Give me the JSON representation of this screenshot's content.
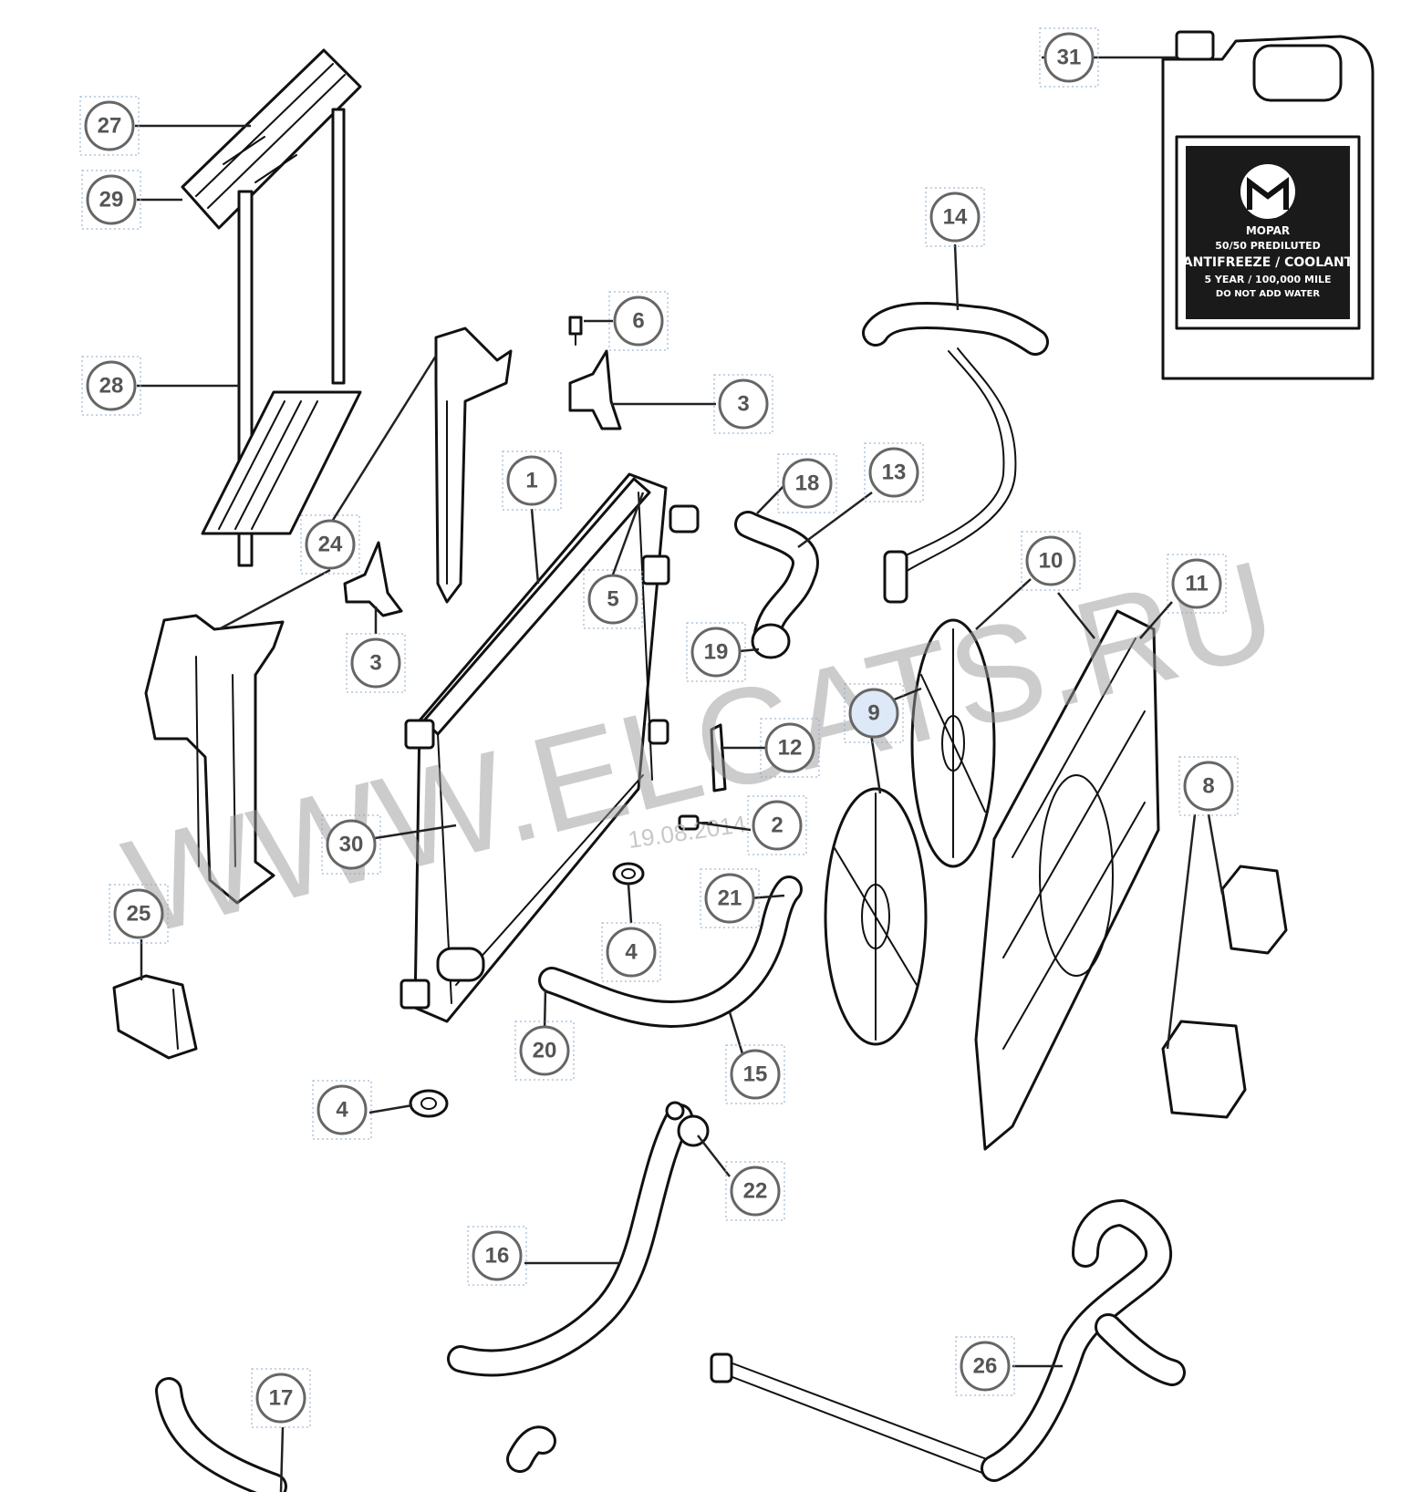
{
  "watermark": "WWW.ELCATS.RU",
  "date_stamp": "19.08.2014",
  "jug_label": {
    "brand": "MOPAR",
    "line1": "50/50 PREDILUTED",
    "line2": "ANTIFREEZE / COOLANT",
    "line3": "5 YEAR / 100,000 MILE",
    "line4": "DO NOT ADD WATER"
  },
  "colors": {
    "callout_border": "#666666",
    "callout_text": "#555555",
    "highlight_fill": "#dde9f6",
    "line_art": "#111111"
  },
  "callouts": [
    {
      "id": "27",
      "label": "27"
    },
    {
      "id": "29",
      "label": "29"
    },
    {
      "id": "28",
      "label": "28"
    },
    {
      "id": "6",
      "label": "6"
    },
    {
      "id": "3a",
      "label": "3"
    },
    {
      "id": "1",
      "label": "1"
    },
    {
      "id": "24",
      "label": "24"
    },
    {
      "id": "3b",
      "label": "3"
    },
    {
      "id": "5",
      "label": "5"
    },
    {
      "id": "18",
      "label": "18"
    },
    {
      "id": "13",
      "label": "13"
    },
    {
      "id": "14",
      "label": "14"
    },
    {
      "id": "31",
      "label": "31"
    },
    {
      "id": "19",
      "label": "19"
    },
    {
      "id": "10",
      "label": "10"
    },
    {
      "id": "11",
      "label": "11"
    },
    {
      "id": "9",
      "label": "9",
      "highlighted": true
    },
    {
      "id": "12",
      "label": "12"
    },
    {
      "id": "30",
      "label": "30"
    },
    {
      "id": "2",
      "label": "2"
    },
    {
      "id": "8",
      "label": "8"
    },
    {
      "id": "25",
      "label": "25"
    },
    {
      "id": "21",
      "label": "21"
    },
    {
      "id": "4a",
      "label": "4"
    },
    {
      "id": "20",
      "label": "20"
    },
    {
      "id": "15",
      "label": "15"
    },
    {
      "id": "4b",
      "label": "4"
    },
    {
      "id": "22",
      "label": "22"
    },
    {
      "id": "16",
      "label": "16"
    },
    {
      "id": "26",
      "label": "26"
    },
    {
      "id": "17",
      "label": "17"
    }
  ]
}
